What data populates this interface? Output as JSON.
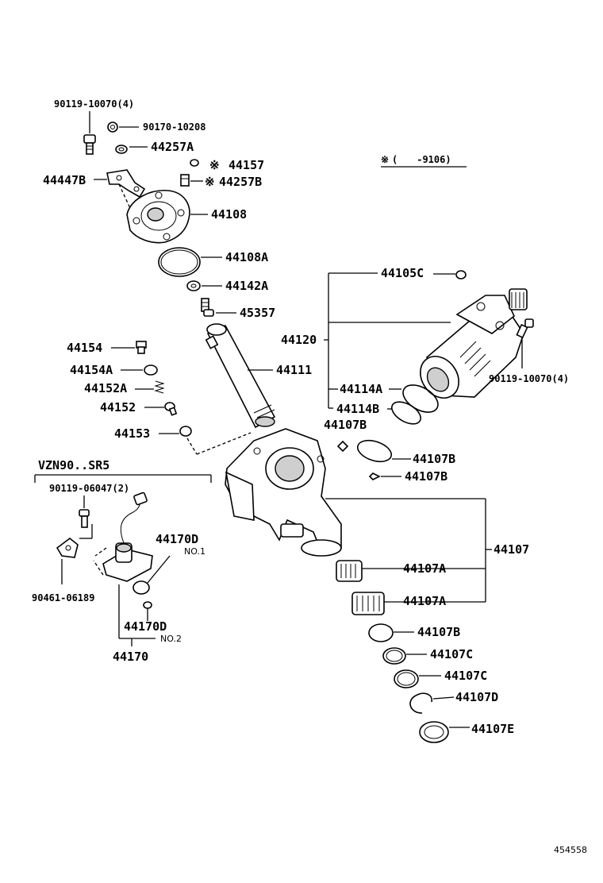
{
  "labels": {
    "p_90119_10070_top": "90119-10070(4)",
    "p_90170_10208": "90170-10208",
    "p_44257A": "44257A",
    "p_44157": "44157",
    "p_44257B": "44257B",
    "p_44447B": "44447B",
    "p_44108": "44108",
    "p_44108A": "44108A",
    "p_44142A": "44142A",
    "p_45357": "45357",
    "p_44154": "44154",
    "p_44111": "44111",
    "p_44154A": "44154A",
    "p_44152A": "44152A",
    "p_44152": "44152",
    "p_44153": "44153",
    "p_44120": "44120",
    "p_44105C": "44105C",
    "p_90119_10070_right": "90119-10070(4)",
    "p_44114A": "44114A",
    "p_44114B": "44114B",
    "p_44107B_1": "44107B",
    "p_44107B_2": "44107B",
    "p_44107B_3": "44107B",
    "p_44107B_4": "44107B",
    "p_44107": "44107",
    "p_44107A_1": "44107A",
    "p_44107A_2": "44107A",
    "p_44107C_1": "44107C",
    "p_44107C_2": "44107C",
    "p_44107D": "44107D",
    "p_44107E": "44107E",
    "p_90119_06047": "90119-06047(2)",
    "p_44170D_1": "44170D",
    "p_44170D_2": "44170D",
    "note_no1": "NO.1",
    "note_no2": "NO.2",
    "p_90461_06189": "90461-06189",
    "p_44170": "44170",
    "variant_title": "VZN90..SR5",
    "legend_mark": "※",
    "legend_text": "(　　-9106)",
    "star_mark_1": "※",
    "star_mark_2": "※",
    "figure_id": "454558"
  },
  "colors": {
    "ink": "#000000",
    "paper": "#ffffff",
    "shade": "#cfcfcf"
  }
}
